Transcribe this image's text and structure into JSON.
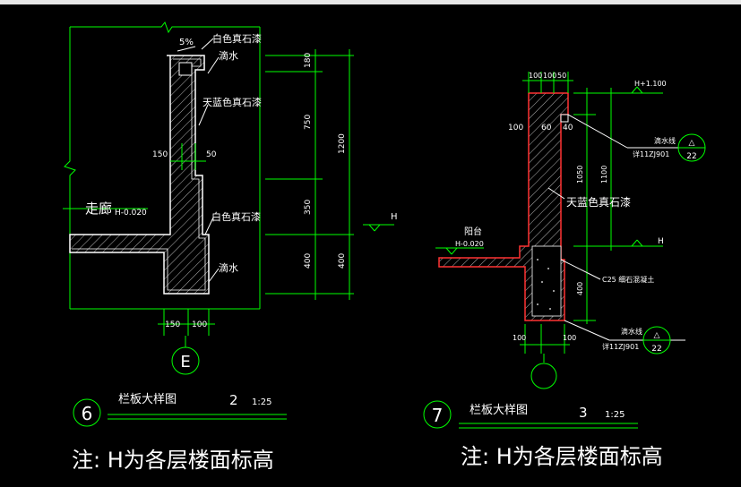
{
  "colors": {
    "background": "#000000",
    "outline": "#ffffff",
    "dimension": "#00ff00",
    "hatch": "#ffffff",
    "red_edge": "#ff3333"
  },
  "drawing_left": {
    "slope": "5%",
    "label_white_stone_top": "白色真石漆",
    "label_drip_top": "滴水",
    "label_blue_stone": "天蓝色真石漆",
    "label_white_stone_bottom": "白色真石漆",
    "label_drip_bottom": "滴水",
    "label_corridor": "走廊",
    "label_corridor_elev": "H-0.020",
    "label_H": "H",
    "dim_150_upper": "150",
    "dim_50_upper": "50",
    "dim_180": "180",
    "dim_750": "750",
    "dim_1200": "1200",
    "dim_350": "350",
    "dim_400_a": "400",
    "dim_400_b": "400",
    "dim_150_bottom": "150",
    "dim_100_bottom": "100",
    "axis_label": "E",
    "title_number": "6",
    "title_text": "栏板大样图",
    "title_sheet": "2",
    "title_scale": "1:25"
  },
  "drawing_right": {
    "dim_top_100a": "100",
    "dim_top_100b": "100",
    "dim_top_50": "50",
    "dim_100_side": "100",
    "dim_60": "60",
    "dim_40": "40",
    "elev_top": "H+1.100",
    "label_drip_line": "滴水线",
    "label_ref": "详11ZJ901",
    "callout_num": "22",
    "dim_1050": "1050",
    "dim_1100": "1100",
    "label_blue_stone": "天蓝色真石漆",
    "label_balcony": "阳台",
    "label_balcony_elev": "H-0.020",
    "label_H": "H",
    "label_concrete": "C25 细石混凝土",
    "dim_400": "400",
    "label_drip_line_bottom": "滴水线",
    "label_ref_bottom": "详11ZJ901",
    "callout_num_bottom": "22",
    "dim_100_bl": "100",
    "dim_100_br": "100",
    "title_number": "7",
    "title_text": "栏板大样图",
    "title_sheet": "3",
    "title_scale": "1:25"
  },
  "notes": {
    "left": "注: H为各层楼面标高",
    "right": "注: H为各层楼面标高"
  }
}
